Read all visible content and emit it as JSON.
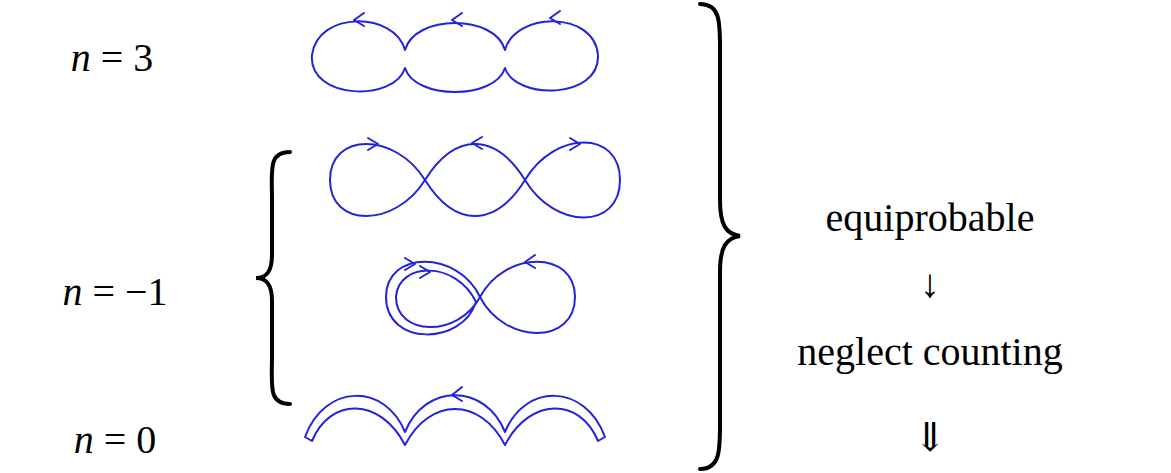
{
  "diagram": {
    "labels": [
      "n = 3",
      "n = −1",
      "n = 0",
      "equiprobable",
      "↓",
      "neglect counting",
      "⇓"
    ]
  }
}
